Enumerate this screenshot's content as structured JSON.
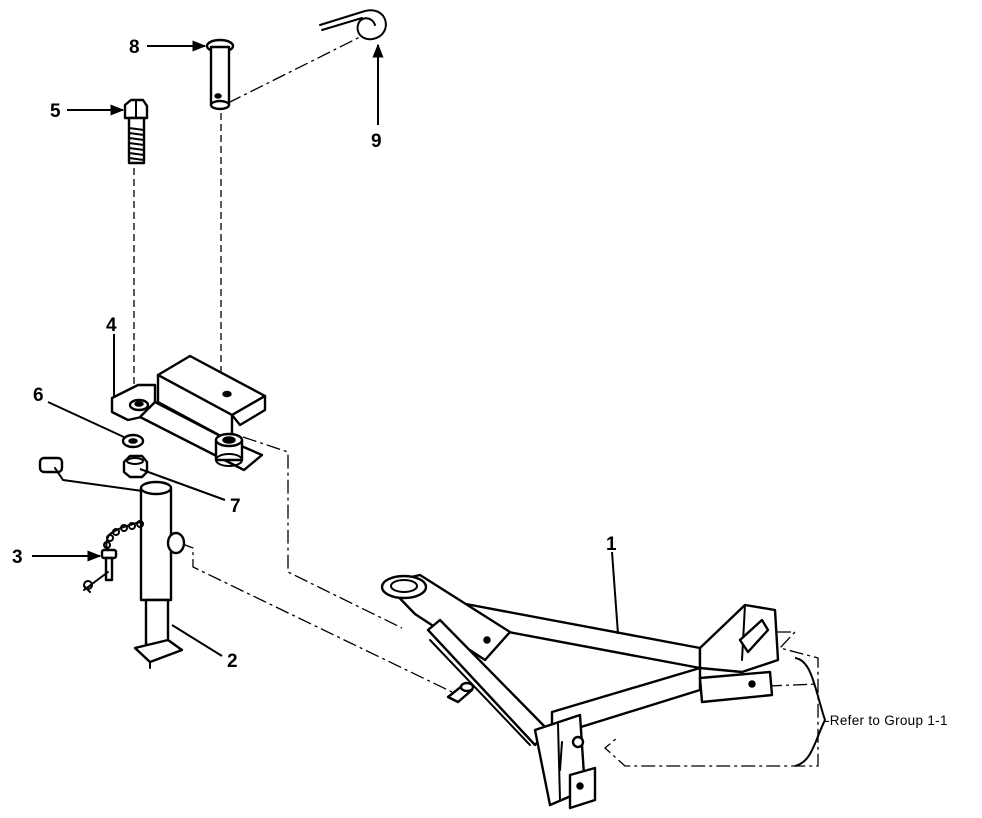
{
  "callouts": [
    "1",
    "2",
    "3",
    "4",
    "5",
    "6",
    "7",
    "8",
    "9"
  ],
  "note": "Refer to Group 1-1",
  "colors": {
    "ink": "#000000",
    "paper": "#ffffff"
  }
}
